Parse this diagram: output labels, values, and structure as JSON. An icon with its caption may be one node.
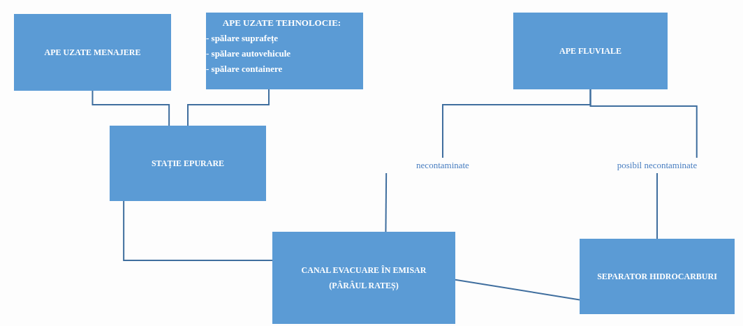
{
  "diagram": {
    "nodes": [
      {
        "text": [
          "APE UZATE MENAJERE"
        ]
      },
      {
        "text": [
          "APE UZATE TEHNOLOCIE:",
          "- spălare suprafețe",
          "- spălare autovehicule",
          "- spălare containere"
        ]
      },
      {
        "text": [
          "STAȚIE EPURARE"
        ]
      },
      {
        "text": [
          "APE FLUVIALE"
        ]
      },
      {
        "text": [
          "necontaminate"
        ]
      },
      {
        "text": [
          "posibil necontaminate"
        ]
      },
      {
        "text": [
          "CANAL EVACUARE ÎN EMISAR (PÂRÂUL RATEȘ)"
        ]
      },
      {
        "text": [
          "SEPARATOR HIDROCARBURI"
        ]
      }
    ],
    "edges": [
      {
        "from": 0,
        "to": 2,
        "arrow": "none"
      },
      {
        "from": 1,
        "to": 2,
        "arrow": "none"
      },
      {
        "from": 3,
        "to": 4,
        "arrow": "none"
      },
      {
        "from": 3,
        "to": 5,
        "arrow": "none"
      },
      {
        "from": 2,
        "to": 6,
        "arrow": "none"
      },
      {
        "from": 4,
        "to": 6,
        "arrow": "none"
      },
      {
        "from": 5,
        "to": 7,
        "arrow": "none"
      },
      {
        "from": 6,
        "to": 7,
        "arrow": "none"
      }
    ]
  }
}
